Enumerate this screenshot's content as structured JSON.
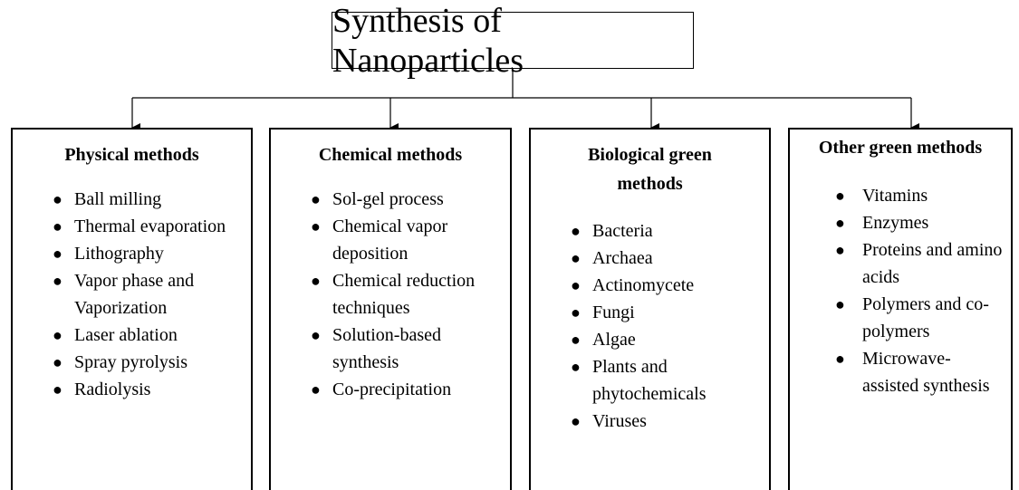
{
  "title": "Synthesis of Nanoparticles",
  "colors": {
    "line": "#000000",
    "text": "#000000",
    "background": "#ffffff"
  },
  "boxes": [
    {
      "title": "Physical methods",
      "items": [
        "Ball milling",
        "Thermal evaporation",
        "Lithography",
        "Vapor phase and Vaporization",
        "Laser ablation",
        "Spray pyrolysis",
        "Radiolysis"
      ]
    },
    {
      "title": "Chemical methods",
      "items": [
        "Sol-gel process",
        "Chemical vapor deposition",
        "Chemical reduction techniques",
        "Solution-based synthesis",
        "Co-precipitation"
      ]
    },
    {
      "title": "Biological green methods",
      "items": [
        "Bacteria",
        "Archaea",
        "Actinomycete",
        "Fungi",
        "Algae",
        "Plants and phytochemicals",
        "Viruses"
      ]
    },
    {
      "title": "Other green methods",
      "items": [
        "Vitamins",
        "Enzymes",
        "Proteins and amino acids",
        "Polymers and co-polymers",
        "Microwave-assisted synthesis"
      ]
    }
  ]
}
